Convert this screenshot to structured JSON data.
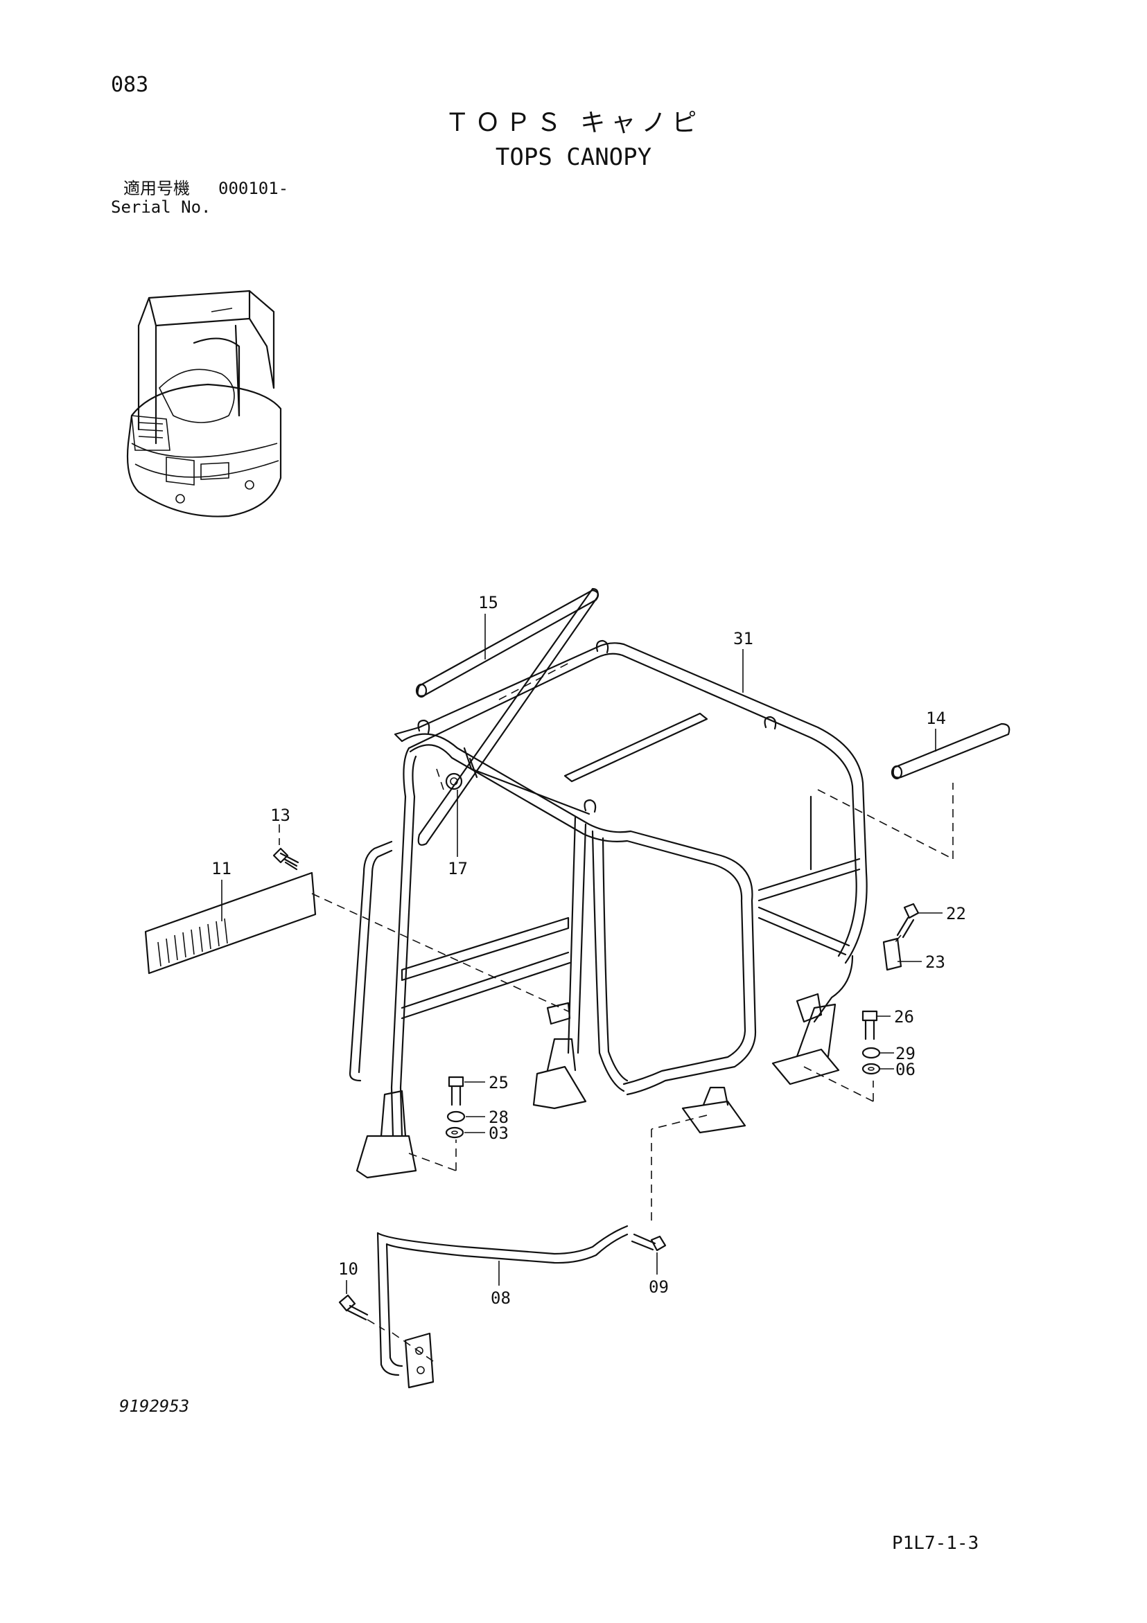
{
  "page": {
    "number": "083",
    "title_jp": "ＴＯＰＳ キャノピ",
    "title_en": "TOPS CANOPY",
    "serial_label_jp": "適用号機",
    "serial_value": "000101-",
    "serial_label_en": "Serial No.",
    "drawing_number": "9192953",
    "page_code": "P1L7-1-3"
  },
  "callouts": [
    "15",
    "31",
    "14",
    "13",
    "11",
    "17",
    "22",
    "23",
    "26",
    "29",
    "06",
    "25",
    "28",
    "03",
    "10",
    "08",
    "09"
  ],
  "icons": [
    "excavator-overview-icon",
    "canopy-frame-icon",
    "bolt-icon",
    "washer-icon",
    "panel-icon",
    "handrail-icon"
  ]
}
